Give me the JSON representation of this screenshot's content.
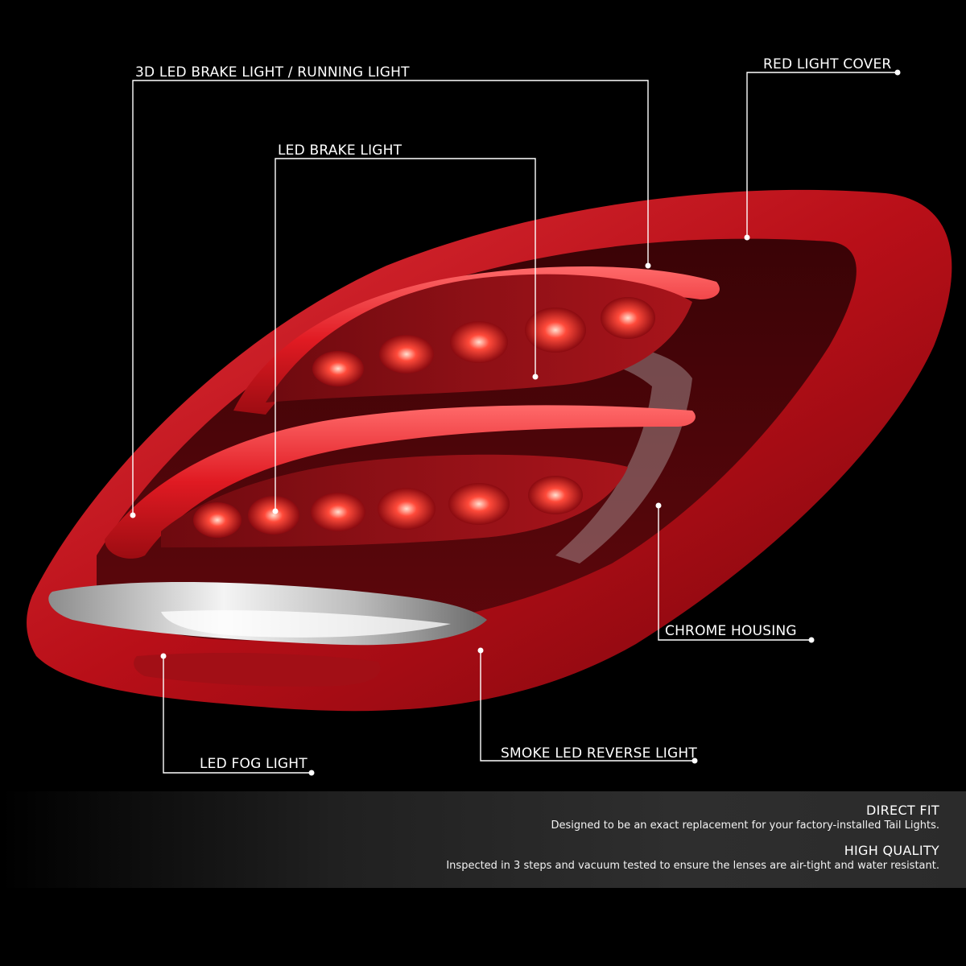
{
  "colors": {
    "background": "#000000",
    "lens_red": "#c0141c",
    "lens_dark": "#5a0509",
    "led_glow": "#ff2a2a",
    "chrome": "#d9d9d9",
    "callout_line": "#ffffff",
    "band": "#2e2e2e"
  },
  "callouts": [
    {
      "id": "3d-led-brake-running",
      "label": "3D LED BRAKE LIGHT / RUNNING LIGHT"
    },
    {
      "id": "led-brake",
      "label": "LED BRAKE LIGHT"
    },
    {
      "id": "red-light-cover",
      "label": "RED LIGHT COVER"
    },
    {
      "id": "chrome-housing",
      "label": "CHROME HOUSING"
    },
    {
      "id": "led-fog",
      "label": "LED FOG LIGHT"
    },
    {
      "id": "smoke-led-reverse",
      "label": "SMOKE LED REVERSE LIGHT"
    }
  ],
  "features": [
    {
      "title": "DIRECT FIT",
      "desc": "Designed to be an exact replacement for your factory-installed Tail Lights."
    },
    {
      "title": "HIGH QUALITY",
      "desc": "Inspected in 3 steps and vacuum tested to ensure the lenses are air-tight and water resistant."
    }
  ]
}
